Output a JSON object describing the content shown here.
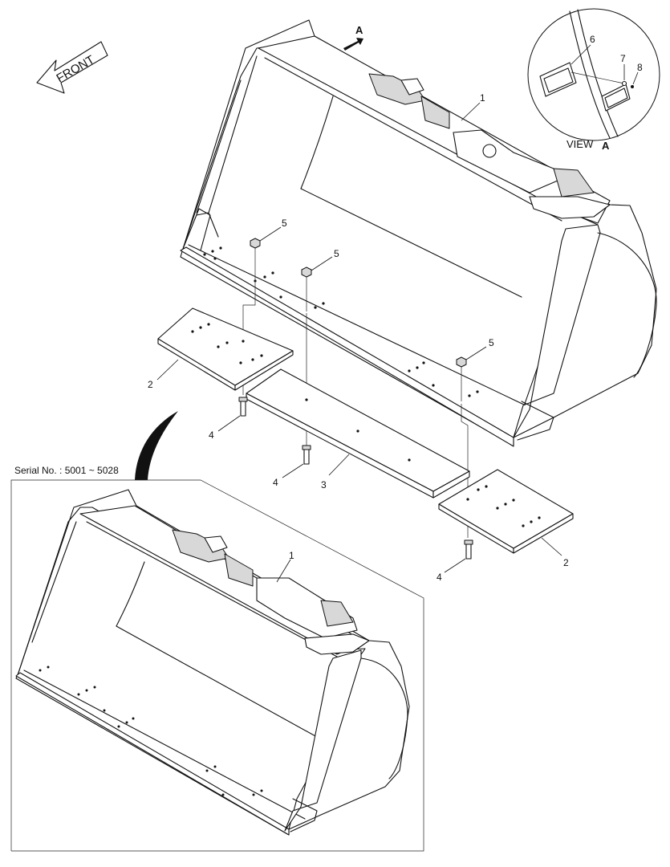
{
  "diagram": {
    "front_label": "FRONT",
    "view_arrow_label": "A",
    "view_caption": "VIEW",
    "view_caption_letter": "A",
    "serial_label": "Serial No. : 5001 ~ 5028",
    "callouts": {
      "bucket_main": "1",
      "edge_left": "2",
      "cutting_edge": "3",
      "bolt_a": "4",
      "bolt_b": "4",
      "bolt_c": "4",
      "nut_a": "5",
      "nut_b": "5",
      "nut_c": "5",
      "plate": "6",
      "washer": "7",
      "screw": "8",
      "edge_right": "2",
      "bucket_alt": "1"
    }
  }
}
